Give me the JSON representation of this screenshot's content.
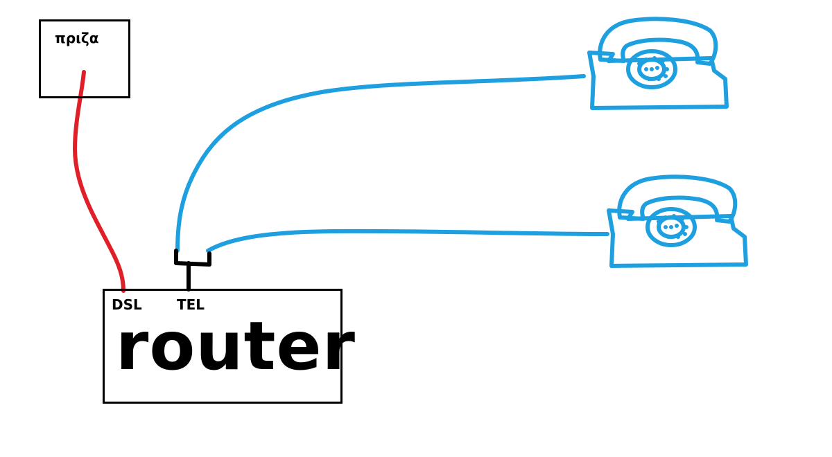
{
  "diagram": {
    "wall_socket": {
      "label": "πριζα"
    },
    "router": {
      "name": "router",
      "ports": {
        "dsl": "DSL",
        "tel": "TEL"
      }
    },
    "colors": {
      "dsl_cable": "#e02028",
      "phone_cable": "#1ea0e0",
      "splitter": "#000000",
      "outline": "#000000"
    },
    "phones": [
      {
        "icon": "telephone-icon"
      },
      {
        "icon": "telephone-icon"
      }
    ]
  }
}
